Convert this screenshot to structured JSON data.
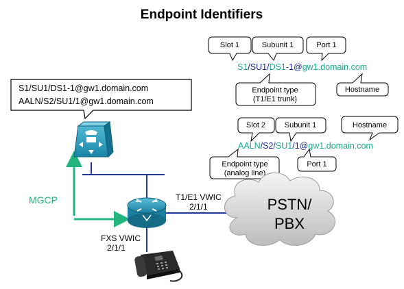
{
  "title": "Endpoint Identifiers",
  "colors": {
    "teal": "#1aa98f",
    "navy": "#1c2a8c",
    "blue": "#20349a",
    "arrow_green": "#22b57d"
  },
  "address_box": {
    "line1": "S1/SU1/DS1-1@gw1.domain.com",
    "line2": "AALN/S2/SU1/1@gw1.domain.com"
  },
  "example1": {
    "callouts": {
      "slot": "Slot 1",
      "subunit": "Subunit 1",
      "port": "Port 1",
      "endpoint_type_line1": "Endpoint type",
      "endpoint_type_line2": "(T1/E1 trunk)",
      "hostname": "Hostname"
    },
    "address": {
      "p1": "S1",
      "p2": "/SU1/",
      "p3": "DS1",
      "p4": "-1",
      "p5": "@",
      "p6": "gw1.domain.com"
    }
  },
  "example2": {
    "callouts": {
      "slot": "Slot 2",
      "subunit": "Subunit 1",
      "hostname": "Hostname",
      "endpoint_type_line1": "Endpoint type",
      "endpoint_type_line2": "(analog line)",
      "port": "Port 1"
    },
    "address": {
      "p1": "AALN",
      "p2": "/S2/",
      "p3": "SU1",
      "p4": "/1",
      "p5": "@",
      "p6": "gw1.domain.com"
    }
  },
  "labels": {
    "mgcp": "MGCP",
    "t1e1_line1": "T1/E1 VWIC",
    "t1e1_line2": "2/1/1",
    "fxs_line1": "FXS VWIC",
    "fxs_line2": "2/1/1",
    "cloud_line1": "PSTN/",
    "cloud_line2": "PBX"
  },
  "icons": {
    "call_agent": "call-agent-icon",
    "router": "router-icon",
    "phone": "phone-icon",
    "cloud": "cloud-icon"
  }
}
